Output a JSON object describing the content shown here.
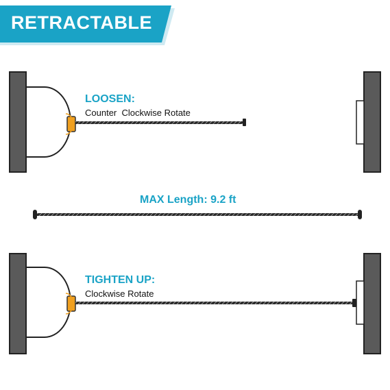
{
  "banner": {
    "label": "RETRACTABLE",
    "color": "#1aa3c6"
  },
  "loosen": {
    "title": "LOOSEN:",
    "instruction": "Counter  Clockwise Rotate"
  },
  "max_length": {
    "label": "MAX Length: 9.2 ft"
  },
  "tighten": {
    "title": "TIGHTEN UP:",
    "instruction": "Clockwise Rotate"
  },
  "colors": {
    "accent": "#1aa3c6",
    "wall": "#5a5a5a",
    "knob": "#f0a020",
    "cable": "#333333"
  }
}
